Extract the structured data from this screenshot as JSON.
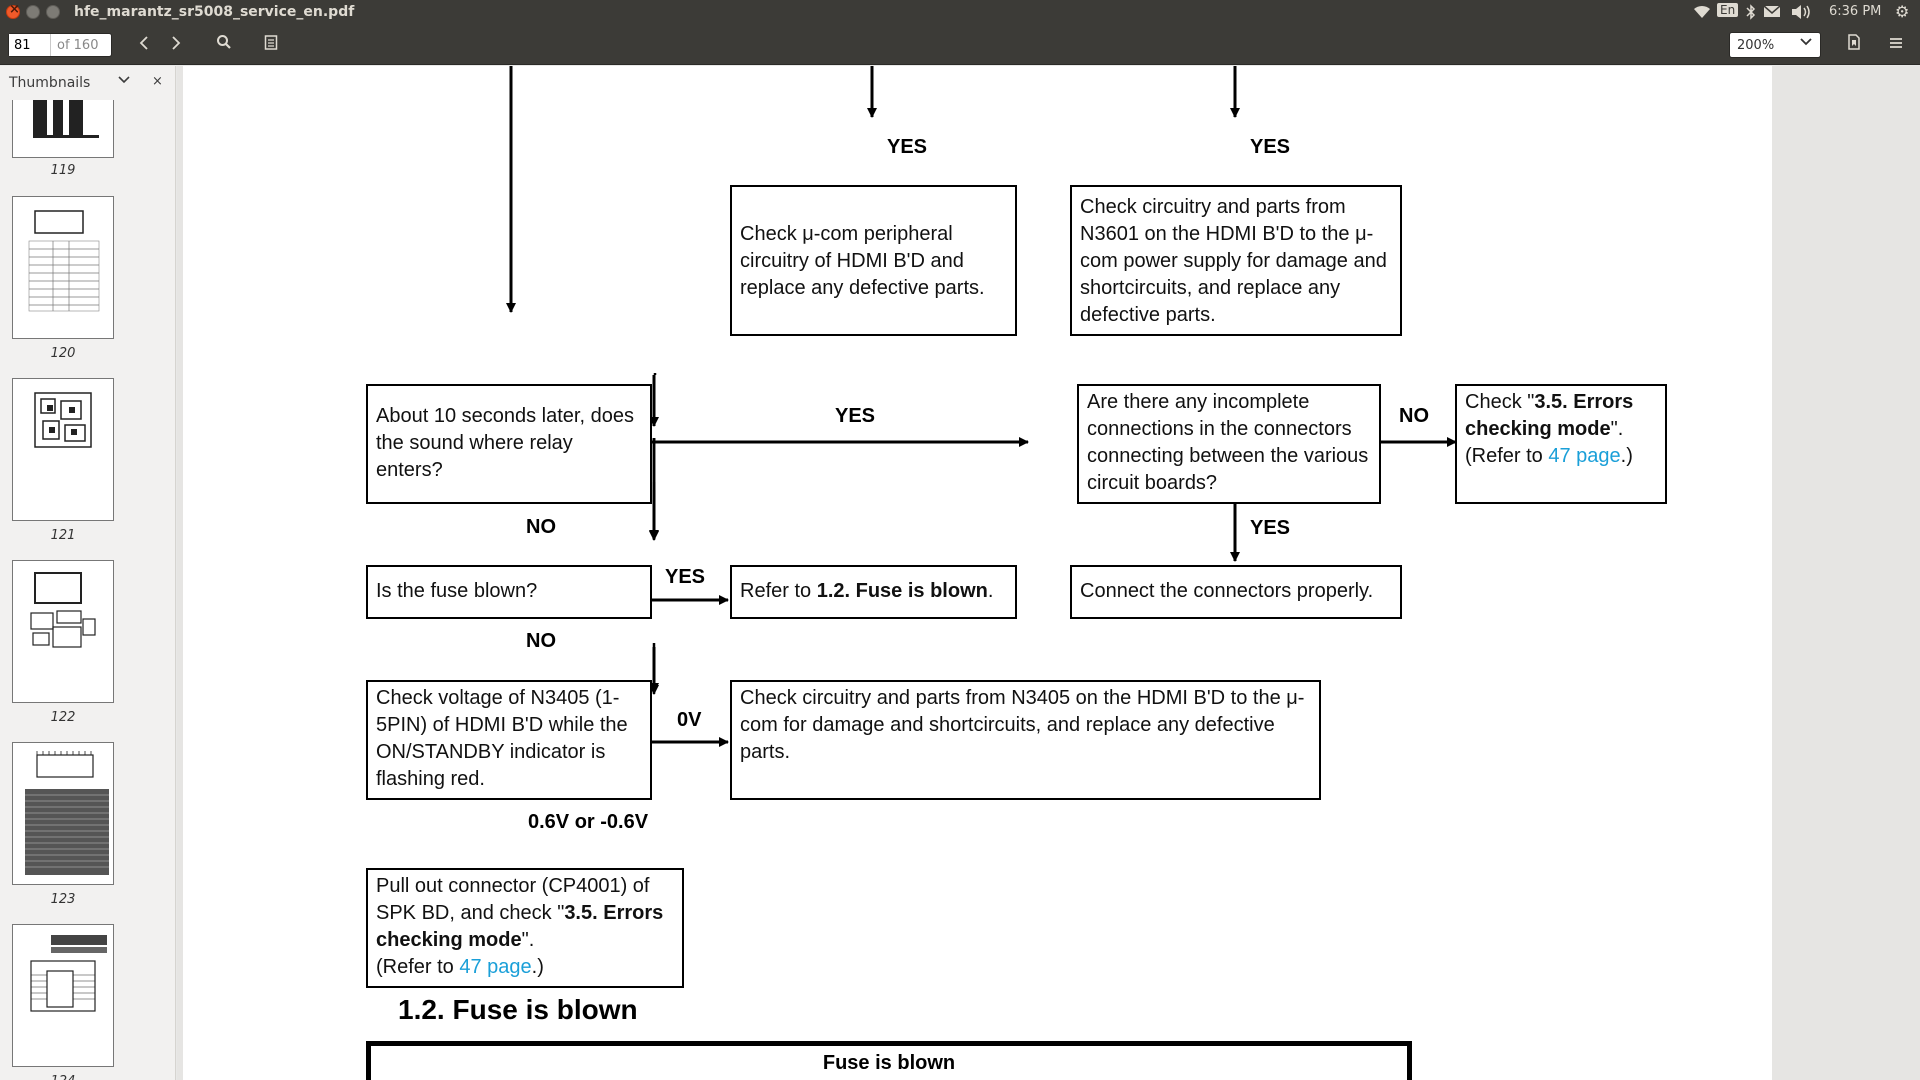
{
  "window": {
    "title": "hfe_marantz_sr5008_service_en.pdf",
    "tray": {
      "lang": "En",
      "time": "6:36 PM"
    }
  },
  "toolbar": {
    "page_current": "81",
    "page_total": "of 160",
    "zoom": "200%"
  },
  "sidebar": {
    "label": "Thumbnails",
    "close": "×",
    "thumbnails": [
      {
        "page": "119"
      },
      {
        "page": "120"
      },
      {
        "page": "121"
      },
      {
        "page": "122"
      },
      {
        "page": "123"
      },
      {
        "page": "124"
      }
    ]
  },
  "flowchart": {
    "yes": "YES",
    "no": "NO",
    "box_ucom_peripheral": "Check μ-com peripheral circuitry of HDMI B'D and replace any defective parts.",
    "box_n3601": "Check circuitry and parts from N3601 on the HDMI B'D to the μ-com power supply for damage and shortcircuits, and replace any defective parts.",
    "box_relay": "About 10 seconds later, does the sound where relay enters?",
    "box_incomplete": "Are there any incomplete connections in the connectors connecting between the various circuit boards?",
    "box_check_errors": {
      "pre": "Check \"",
      "bold": "3.5. Errors checking mode",
      "post": "\".",
      "refer_pre": "(Refer to ",
      "link": "47 page",
      "refer_post": ".)"
    },
    "box_fuse_q": "Is the fuse blown?",
    "box_refer_fuse": {
      "pre": "Refer to ",
      "bold": "1.2. Fuse is blown",
      "post": "."
    },
    "box_connect": "Connect the connectors properly.",
    "box_voltage": "Check voltage of N3405 (1-5PIN) of HDMI B'D while the ON/STANDBY indicator is flashing red.",
    "label_0v": "0V",
    "box_n3405": "Check circuitry and parts from N3405 on the HDMI B'D to the μ-com for damage and shortcircuits, and replace any defective parts.",
    "label_06v": "0.6V or -0.6V",
    "box_pullout": {
      "pre": "Pull out connector (CP4001) of SPK BD, and check \"",
      "bold": "3.5. Errors checking mode",
      "post": "\".",
      "refer_pre": "(Refer to ",
      "link": "47 page",
      "refer_post": ".)"
    }
  },
  "section": {
    "title": "1.2.  Fuse is blown",
    "box_title": "Fuse is blown"
  }
}
